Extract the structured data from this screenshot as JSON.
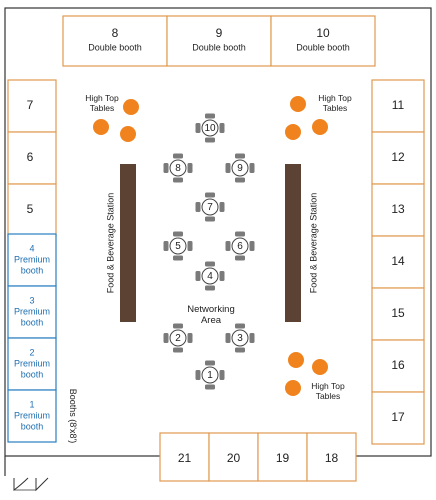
{
  "colors": {
    "booth_border": "#e09a4f",
    "premium_border": "#2a7fc1",
    "premium_text": "#1f6fb2",
    "high_top": "#f0831e",
    "station_bar": "#5b4232",
    "chair": "#7a7a7a",
    "wall": "#333333"
  },
  "top_booths": [
    {
      "number": "8",
      "label": "Double booth"
    },
    {
      "number": "9",
      "label": "Double booth"
    },
    {
      "number": "10",
      "label": "Double booth"
    }
  ],
  "left_booths": [
    "7",
    "6",
    "5"
  ],
  "premium_booths": [
    {
      "number": "4",
      "label": "Premium booth"
    },
    {
      "number": "3",
      "label": "Premium booth"
    },
    {
      "number": "2",
      "label": "Premium booth"
    },
    {
      "number": "1",
      "label": "Premium booth"
    }
  ],
  "right_booths": [
    "11",
    "12",
    "13",
    "14",
    "15",
    "16",
    "17"
  ],
  "bottom_booths": [
    "21",
    "20",
    "19",
    "18"
  ],
  "booth_size_note": "Booths (8'x8')",
  "high_top_label": "High Top Tables",
  "station_label": "Food & Beverage Station",
  "networking_area": "Networking Area",
  "tables": [
    "10",
    "8",
    "9",
    "7",
    "5",
    "6",
    "4",
    "2",
    "3",
    "1"
  ],
  "icons": [
    "round-table-with-chairs-icon",
    "high-top-table-icon",
    "entrance-door-icon"
  ]
}
